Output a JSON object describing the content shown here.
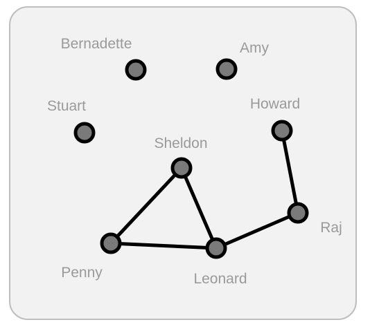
{
  "colors": {
    "panel_fill": "#f2f2f2",
    "panel_border": "#bdbdbd",
    "node_fill": "#7a7a7a",
    "node_stroke": "#000000",
    "edge": "#000000",
    "label": "#9a9a9a"
  },
  "graph": {
    "nodes": [
      {
        "id": "bernadette",
        "label": "Bernadette"
      },
      {
        "id": "amy",
        "label": "Amy"
      },
      {
        "id": "stuart",
        "label": "Stuart"
      },
      {
        "id": "howard",
        "label": "Howard"
      },
      {
        "id": "sheldon",
        "label": "Sheldon"
      },
      {
        "id": "raj",
        "label": "Raj"
      },
      {
        "id": "penny",
        "label": "Penny"
      },
      {
        "id": "leonard",
        "label": "Leonard"
      }
    ],
    "edges": [
      {
        "from": "sheldon",
        "to": "penny"
      },
      {
        "from": "sheldon",
        "to": "leonard"
      },
      {
        "from": "penny",
        "to": "leonard"
      },
      {
        "from": "leonard",
        "to": "raj"
      },
      {
        "from": "raj",
        "to": "howard"
      }
    ]
  }
}
